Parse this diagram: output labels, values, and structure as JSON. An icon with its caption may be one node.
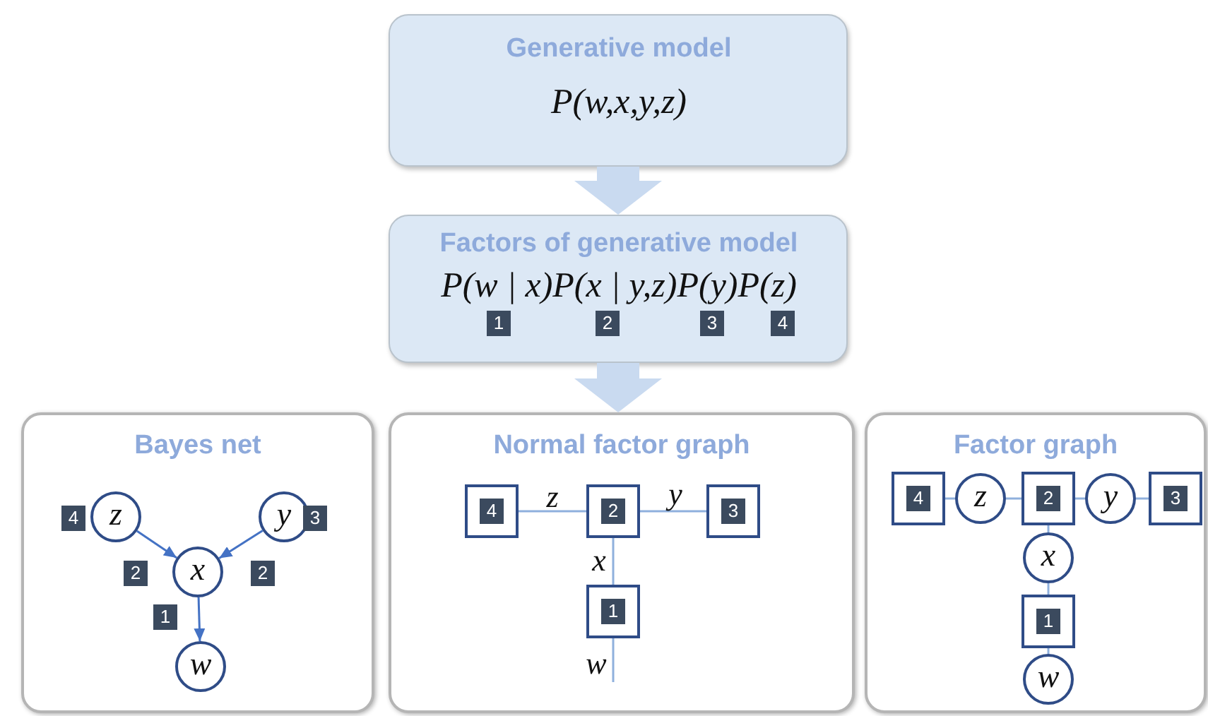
{
  "diagram": {
    "nodes": [
      {
        "text": [
          "Generative model",
          "P(w,x,y,z)"
        ]
      },
      {
        "text": [
          "Factors of generative model",
          "P(w | x)P(x | y,z)P(y)P(z)",
          "1",
          "2",
          "3",
          "4"
        ]
      },
      {
        "text": [
          "Bayes net"
        ]
      },
      {
        "text": [
          "z"
        ],
        "in": 2,
        "beside": [
          "4"
        ]
      },
      {
        "text": [
          "y"
        ],
        "in": 2,
        "beside": [
          "3"
        ]
      },
      {
        "text": [
          "x"
        ],
        "in": 2
      },
      {
        "text": [
          "w"
        ],
        "in": 2
      },
      {
        "text": [
          "Normal factor graph"
        ]
      },
      {
        "text": [
          "4"
        ],
        "in": 7
      },
      {
        "text": [
          "2"
        ],
        "in": 7
      },
      {
        "text": [
          "3"
        ],
        "in": 7
      },
      {
        "text": [
          "1"
        ],
        "in": 7
      },
      {
        "text": [
          "Factor graph"
        ]
      },
      {
        "text": [
          "4"
        ],
        "in": 12
      },
      {
        "text": [
          "z"
        ],
        "in": 12
      },
      {
        "text": [
          "2"
        ],
        "in": 12
      },
      {
        "text": [
          "y"
        ],
        "in": 12
      },
      {
        "text": [
          "3"
        ],
        "in": 12
      },
      {
        "text": [
          "x"
        ],
        "in": 12
      },
      {
        "text": [
          "1"
        ],
        "in": 12
      },
      {
        "text": [
          "w"
        ],
        "in": 12
      }
    ],
    "edges": [
      {
        "from": 0,
        "to": 1,
        "arrow": "to",
        "style": "thick",
        "color": "#c9daf0"
      },
      {
        "from": 1,
        "to": 7,
        "arrow": "to",
        "style": "thick",
        "color": "#c9daf0"
      },
      {
        "from": 3,
        "to": 5,
        "arrow": "to",
        "label": "2"
      },
      {
        "from": 4,
        "to": 5,
        "arrow": "to",
        "label": "2"
      },
      {
        "from": 5,
        "to": 6,
        "arrow": "to",
        "label": "1"
      },
      {
        "from": 8,
        "to": 9,
        "arrow": "none",
        "label": "z"
      },
      {
        "from": 9,
        "to": 10,
        "arrow": "none",
        "label": "y"
      },
      {
        "from": 9,
        "to": 11,
        "arrow": "none",
        "label": "x"
      },
      {
        "from": 11,
        "to": null,
        "arrow": "none",
        "label": "w"
      },
      {
        "from": 13,
        "to": 14,
        "arrow": "none"
      },
      {
        "from": 14,
        "to": 15,
        "arrow": "none"
      },
      {
        "from": 15,
        "to": 16,
        "arrow": "none"
      },
      {
        "from": 16,
        "to": 17,
        "arrow": "none"
      },
      {
        "from": 15,
        "to": 18,
        "arrow": "none"
      },
      {
        "from": 18,
        "to": 19,
        "arrow": "none"
      },
      {
        "from": 19,
        "to": 20,
        "arrow": "none"
      }
    ]
  }
}
